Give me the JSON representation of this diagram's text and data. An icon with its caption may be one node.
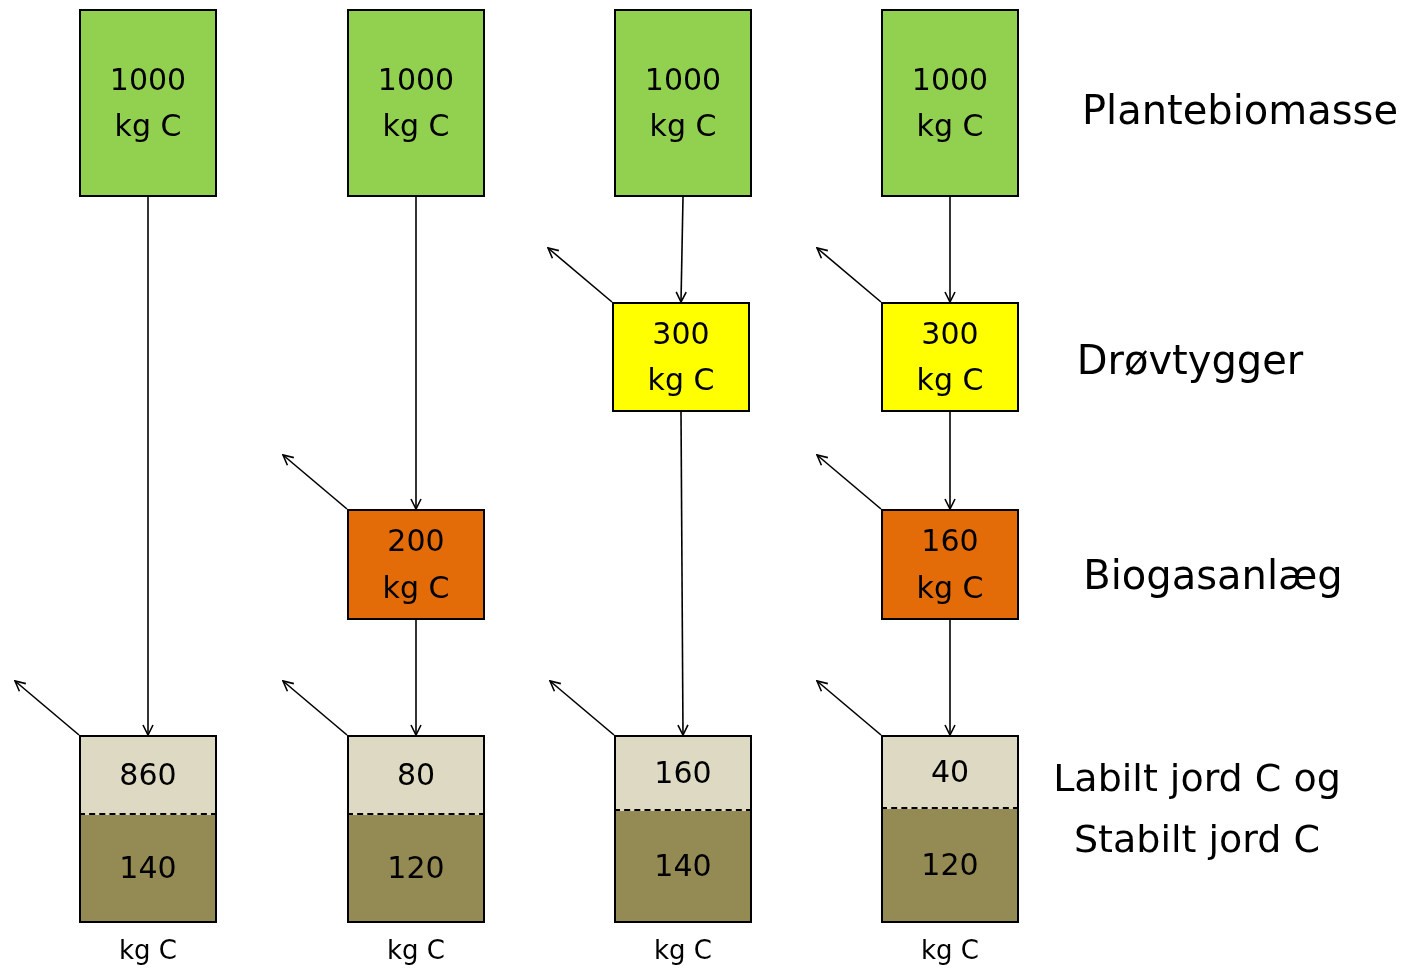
{
  "diagram": {
    "nodes": [
      {
        "text": [
          "1000 kg C"
        ]
      },
      {
        "text": [
          "1000 kg C"
        ]
      },
      {
        "text": [
          "1000 kg C"
        ]
      },
      {
        "text": [
          "1000 kg C"
        ]
      },
      {
        "text": [
          "300 kg C"
        ]
      },
      {
        "text": [
          "300 kg C"
        ]
      },
      {
        "text": [
          "200 kg C"
        ]
      },
      {
        "text": [
          "160 kg C"
        ]
      },
      {
        "text": [
          "860"
        ]
      },
      {
        "text": [
          "140"
        ],
        "beside": [
          "kg C"
        ]
      },
      {
        "text": [
          "80"
        ]
      },
      {
        "text": [
          "120"
        ],
        "beside": [
          "kg C"
        ]
      },
      {
        "text": [
          "160"
        ]
      },
      {
        "text": [
          "140"
        ],
        "beside": [
          "kg C"
        ]
      },
      {
        "text": [
          "40"
        ]
      },
      {
        "text": [
          "120"
        ],
        "beside": [
          "kg C"
        ]
      }
    ],
    "edges": [
      {
        "from": 0,
        "to": 8,
        "arrow": "to"
      },
      {
        "from": 1,
        "to": 6,
        "arrow": "to"
      },
      {
        "from": 6,
        "to": 10,
        "arrow": "to"
      },
      {
        "from": 2,
        "to": 4,
        "arrow": "to"
      },
      {
        "from": 4,
        "to": 12,
        "arrow": "to"
      },
      {
        "from": 3,
        "to": 5,
        "arrow": "to"
      },
      {
        "from": 5,
        "to": 7,
        "arrow": "to"
      },
      {
        "from": 7,
        "to": 14,
        "arrow": "to"
      },
      {
        "from": 4,
        "to": null,
        "arrow": "to"
      },
      {
        "from": 5,
        "to": null,
        "arrow": "to"
      },
      {
        "from": 6,
        "to": null,
        "arrow": "to"
      },
      {
        "from": 7,
        "to": null,
        "arrow": "to"
      },
      {
        "from": 8,
        "to": null,
        "arrow": "to"
      },
      {
        "from": 10,
        "to": null,
        "arrow": "to"
      },
      {
        "from": 12,
        "to": null,
        "arrow": "to"
      },
      {
        "from": 14,
        "to": null,
        "arrow": "to"
      }
    ],
    "labels": [
      "Plantebiomasse",
      "Drøvtygger",
      "Biogasanlæg",
      "Labilt jord C og Stabilt jord C"
    ]
  }
}
